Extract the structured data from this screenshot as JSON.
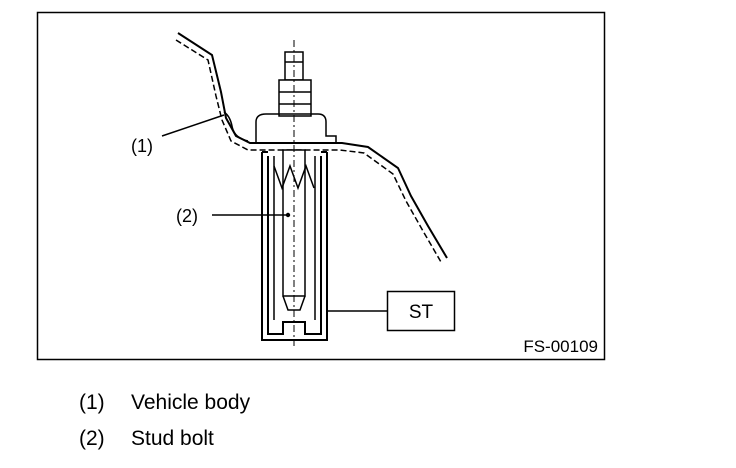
{
  "figure": {
    "code": "FS-00109",
    "callouts": {
      "c1": "(1)",
      "c2": "(2)"
    },
    "tool_label": "ST"
  },
  "legend": [
    {
      "num": "(1)",
      "text": "Vehicle body"
    },
    {
      "num": "(2)",
      "text": "Stud bolt"
    }
  ]
}
